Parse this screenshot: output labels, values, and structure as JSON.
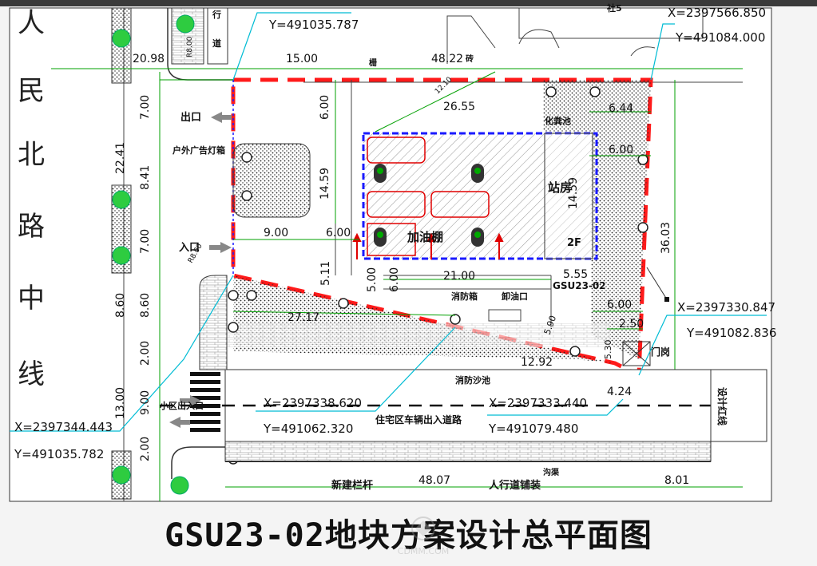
{
  "title": "GSU23-02地块方案设计总平面图",
  "watermark": "CDMM.COM",
  "road": {
    "name_chars": [
      "人",
      "民",
      "北",
      "路",
      "中",
      "线"
    ]
  },
  "labels": {
    "exit": "出口",
    "entrance": "入口",
    "billboard": "户外广告灯箱",
    "canopy": "加油棚",
    "station": "站房",
    "floors": "2F",
    "septic": "化粪池",
    "fire_box": "消防箱",
    "oil_port": "卸油口",
    "fire_sand": "消防沙池",
    "guard": "门岗",
    "parcel": "GSU23-02",
    "community_exit": "小区出入口",
    "residential_road": "住宅区车辆出入道路",
    "new_railing": "新建栏杆",
    "sidewalk_paving": "人行道铺装",
    "design_line": "设计红线",
    "ditch": "沟渠",
    "fence": "栅",
    "brick": "砖",
    "walk_top_a": "行",
    "walk_top_b": "道",
    "top_right": "社5"
  },
  "coords": {
    "c1x": "X=2397566.850",
    "c1y": "Y=491084.000",
    "c2y": "Y=491035.787",
    "c3x": "X=2397330.847",
    "c3y": "Y=491082.836",
    "c4x": "X=2397338.620",
    "c4y": "Y=491062.320",
    "c5x": "X=2397333.440",
    "c5y": "Y=491079.480",
    "c6x": "X=2397344.443",
    "c6y": "Y=491035.782"
  },
  "dims": {
    "d2098": "20.98",
    "d1500": "15.00",
    "d4822": "48.22",
    "d2655": "26.55",
    "d600a": "6.00",
    "d644": "6.44",
    "d600b": "6.00",
    "d1459a": "14.59",
    "d1459b": "14.59",
    "d3603": "36.03",
    "d900a": "9.00",
    "d600c": "6.00",
    "d511": "5.11",
    "d500": "5.00",
    "d600d": "6.00",
    "d2100": "21.00",
    "d555": "5.55",
    "d600e": "6.00",
    "d250": "2.50",
    "d2717": "27.17",
    "d1292": "12.92",
    "d424": "4.24",
    "d530": "5.30",
    "d590": "5.90",
    "d2241": "22.41",
    "d700a": "7.00",
    "d841": "8.41",
    "d700b": "7.00",
    "d860a": "8.60",
    "d860b": "8.60",
    "d200a": "2.00",
    "d900b": "9.00",
    "d1300": "13.00",
    "d200b": "2.00",
    "d4807": "48.07",
    "d801": "8.01",
    "r800a": "R8.00",
    "r800b": "R8.00",
    "d1210": "12.10"
  },
  "colors": {
    "red_line": "#ff1a1a",
    "blue_line": "#1a1aff",
    "cyan": "#00bcd4",
    "green": "#00a000",
    "tree": "#2ecc40"
  }
}
